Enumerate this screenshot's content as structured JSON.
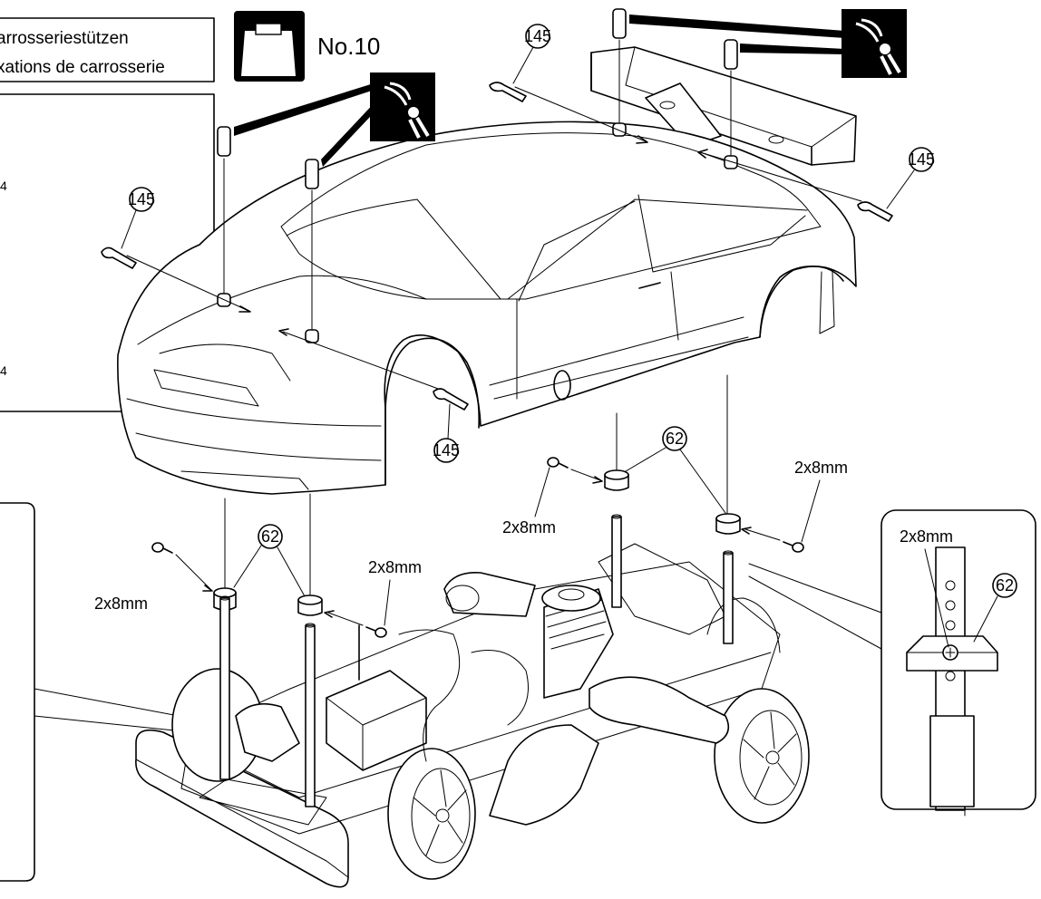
{
  "header": {
    "title_line1": "arrosseriestützen",
    "title_line2": "xations de carrosserie",
    "step_label": "No.10"
  },
  "left_panel": {
    "fragment_1": "4",
    "fragment_2": "4"
  },
  "part_callouts": {
    "clip": "145",
    "mount": "62"
  },
  "screw_labels": {
    "screw": "2x8mm"
  },
  "detail_inset": {
    "screw": "2x8mm",
    "part": "62"
  },
  "icons": [
    "body-template-icon",
    "side-cutter-icon"
  ]
}
